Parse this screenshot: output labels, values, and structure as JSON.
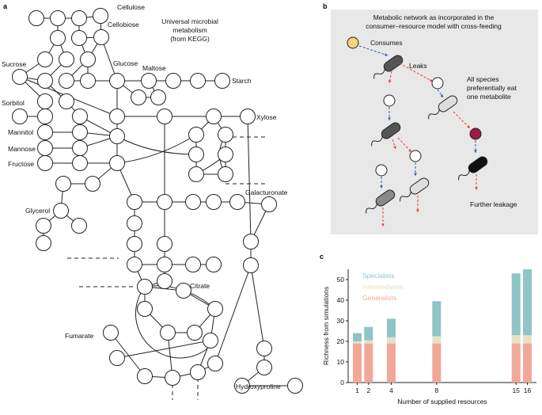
{
  "panel_a": {
    "letter": "a",
    "title_lines": [
      "Universal microbial",
      "metabolism",
      "(from KEGG)"
    ],
    "labels": {
      "cellulose": "Cellulose",
      "cellobiose": "Cellobiose",
      "sucrose": "Sucrose",
      "glucose": "Glucose",
      "maltose": "Maltose",
      "starch": "Starch",
      "sorbitol": "Sorbitol",
      "mannitol": "Mannitol",
      "mannose": "Mannose",
      "fructose": "Fructose",
      "xylose": "Xylose",
      "galacturonate": "Galacturonate",
      "glycerol": "Glycerol",
      "citrate": "Citrate",
      "fumarate": "Fumarate",
      "hydroxyproline": "Hydroxyproline"
    },
    "colors": {
      "cellulose": "#3a6fb0",
      "cellobiose": "#f08a4b",
      "sucrose": "#f6d27a",
      "glucose": "#9b1c45",
      "maltose": "#f3b35e",
      "starch": "#5b4aa6",
      "sorbitol": "#5fb59b",
      "mannitol": "#b9d98c",
      "mannose": "#f2703a",
      "fructose": "#c2243f",
      "xylose": "#de3f3f",
      "galacturonate": "#eeee9b",
      "glycerol": "#4fb08a",
      "citrate": "#f7f2a6",
      "fumarate": "#efe08d",
      "hydroxyproline": "#2f8aa3"
    }
  },
  "panel_b": {
    "letter": "b",
    "title_lines": [
      "Metabolic network as incorporated in the",
      "consumer–resource model with cross-feeding"
    ],
    "consumes": "Consumes",
    "leaks": "Leaks",
    "note_lines": [
      "All species",
      "preferentially eat",
      "one metabolite"
    ],
    "further": "Further leakage",
    "colors": {
      "background": "#e8e8e8",
      "consumes": "#2f5fa8",
      "leaks": "#e0453a",
      "resource": "#f6d27a",
      "metabolite": "#9b1c45"
    }
  },
  "panel_c": {
    "letter": "c"
  },
  "chart_data": {
    "type": "bar",
    "stacked": true,
    "categories": [
      "1",
      "2",
      "4",
      "8",
      "15",
      "16"
    ],
    "x": [
      1,
      2,
      4,
      8,
      15,
      16
    ],
    "series": [
      {
        "name": "Generalists",
        "color": "#f2a898",
        "values": [
          19,
          19,
          19,
          19,
          19,
          19
        ]
      },
      {
        "name": "Intermediates",
        "color": "#e7e1c3",
        "values": [
          1,
          1.5,
          3,
          3.5,
          4,
          4
        ]
      },
      {
        "name": "Specialists",
        "color": "#8fc4c8",
        "values": [
          4,
          6.5,
          9,
          17,
          30,
          32
        ]
      }
    ],
    "xlabel": "Number of supplied resources",
    "ylabel": "Richness from simulations",
    "ylim": [
      0,
      55
    ],
    "yticks": [
      0,
      10,
      20,
      30,
      40,
      50
    ],
    "legend": "top-left",
    "grid": false
  }
}
